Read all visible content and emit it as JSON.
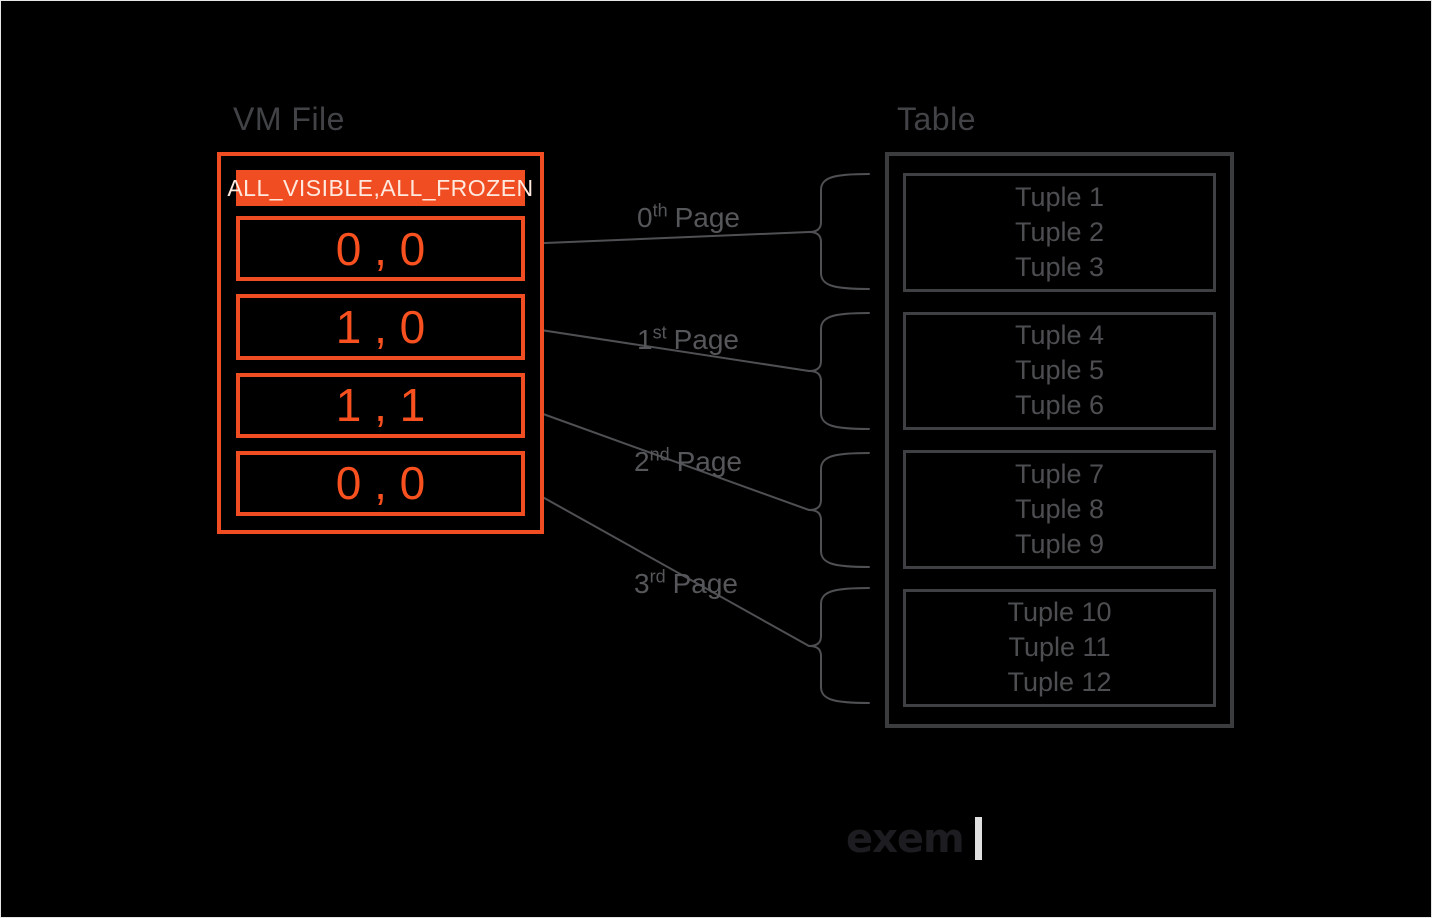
{
  "vm_file": {
    "title": "VM File",
    "header_label": "ALL_VISIBLE,ALL_FROZEN",
    "cells": [
      "0 , 0",
      "1 , 0",
      "1 , 1",
      "0 , 0"
    ]
  },
  "table": {
    "title": "Table",
    "groups": [
      {
        "tuples": [
          "Tuple 1",
          "Tuple 2",
          "Tuple 3"
        ]
      },
      {
        "tuples": [
          "Tuple 4",
          "Tuple 5",
          "Tuple 6"
        ]
      },
      {
        "tuples": [
          "Tuple 7",
          "Tuple 8",
          "Tuple 9"
        ]
      },
      {
        "tuples": [
          "Tuple 10",
          "Tuple 11",
          "Tuple 12"
        ]
      }
    ]
  },
  "pages": [
    {
      "ordinal": "0",
      "suffix": "th",
      "word": "Page"
    },
    {
      "ordinal": "1",
      "suffix": "st",
      "word": "Page"
    },
    {
      "ordinal": "2",
      "suffix": "nd",
      "word": "Page"
    },
    {
      "ordinal": "3",
      "suffix": "rd",
      "word": "Page"
    }
  ],
  "logo": {
    "text": "exem"
  },
  "colors": {
    "background": "#000000",
    "accent_orange": "#f04e22",
    "cell_text_orange": "#f8511f",
    "header_text": "#ffe9df",
    "connector_gray": "#4f5053",
    "table_border": "#3b3c3e",
    "tuple_text": "#4d4e51",
    "title_text": "#424346",
    "page_label_text": "#56575a",
    "logo_text": "#1d1d21",
    "logo_bar": "#e0e0e0"
  }
}
